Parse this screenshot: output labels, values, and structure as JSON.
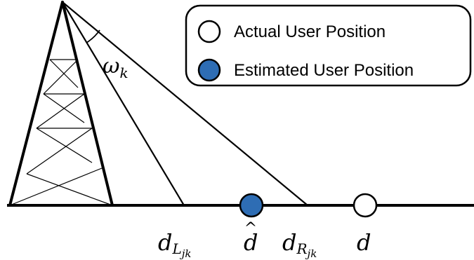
{
  "legend": {
    "actual": "Actual User Position",
    "estimated": "Estimated User Position"
  },
  "angle": {
    "symbol": "ω",
    "subscript": "k"
  },
  "markers": {
    "dL": {
      "base": "d",
      "sub": "L",
      "subsub": "jk"
    },
    "dhat": {
      "base": "d",
      "accent": "^"
    },
    "dR": {
      "base": "d",
      "sub": "R",
      "subsub": "jk"
    },
    "d": {
      "base": "d"
    }
  },
  "colors": {
    "estimated_fill": "#2E6DB4",
    "actual_fill": "#FFFFFF",
    "line": "#000000"
  }
}
